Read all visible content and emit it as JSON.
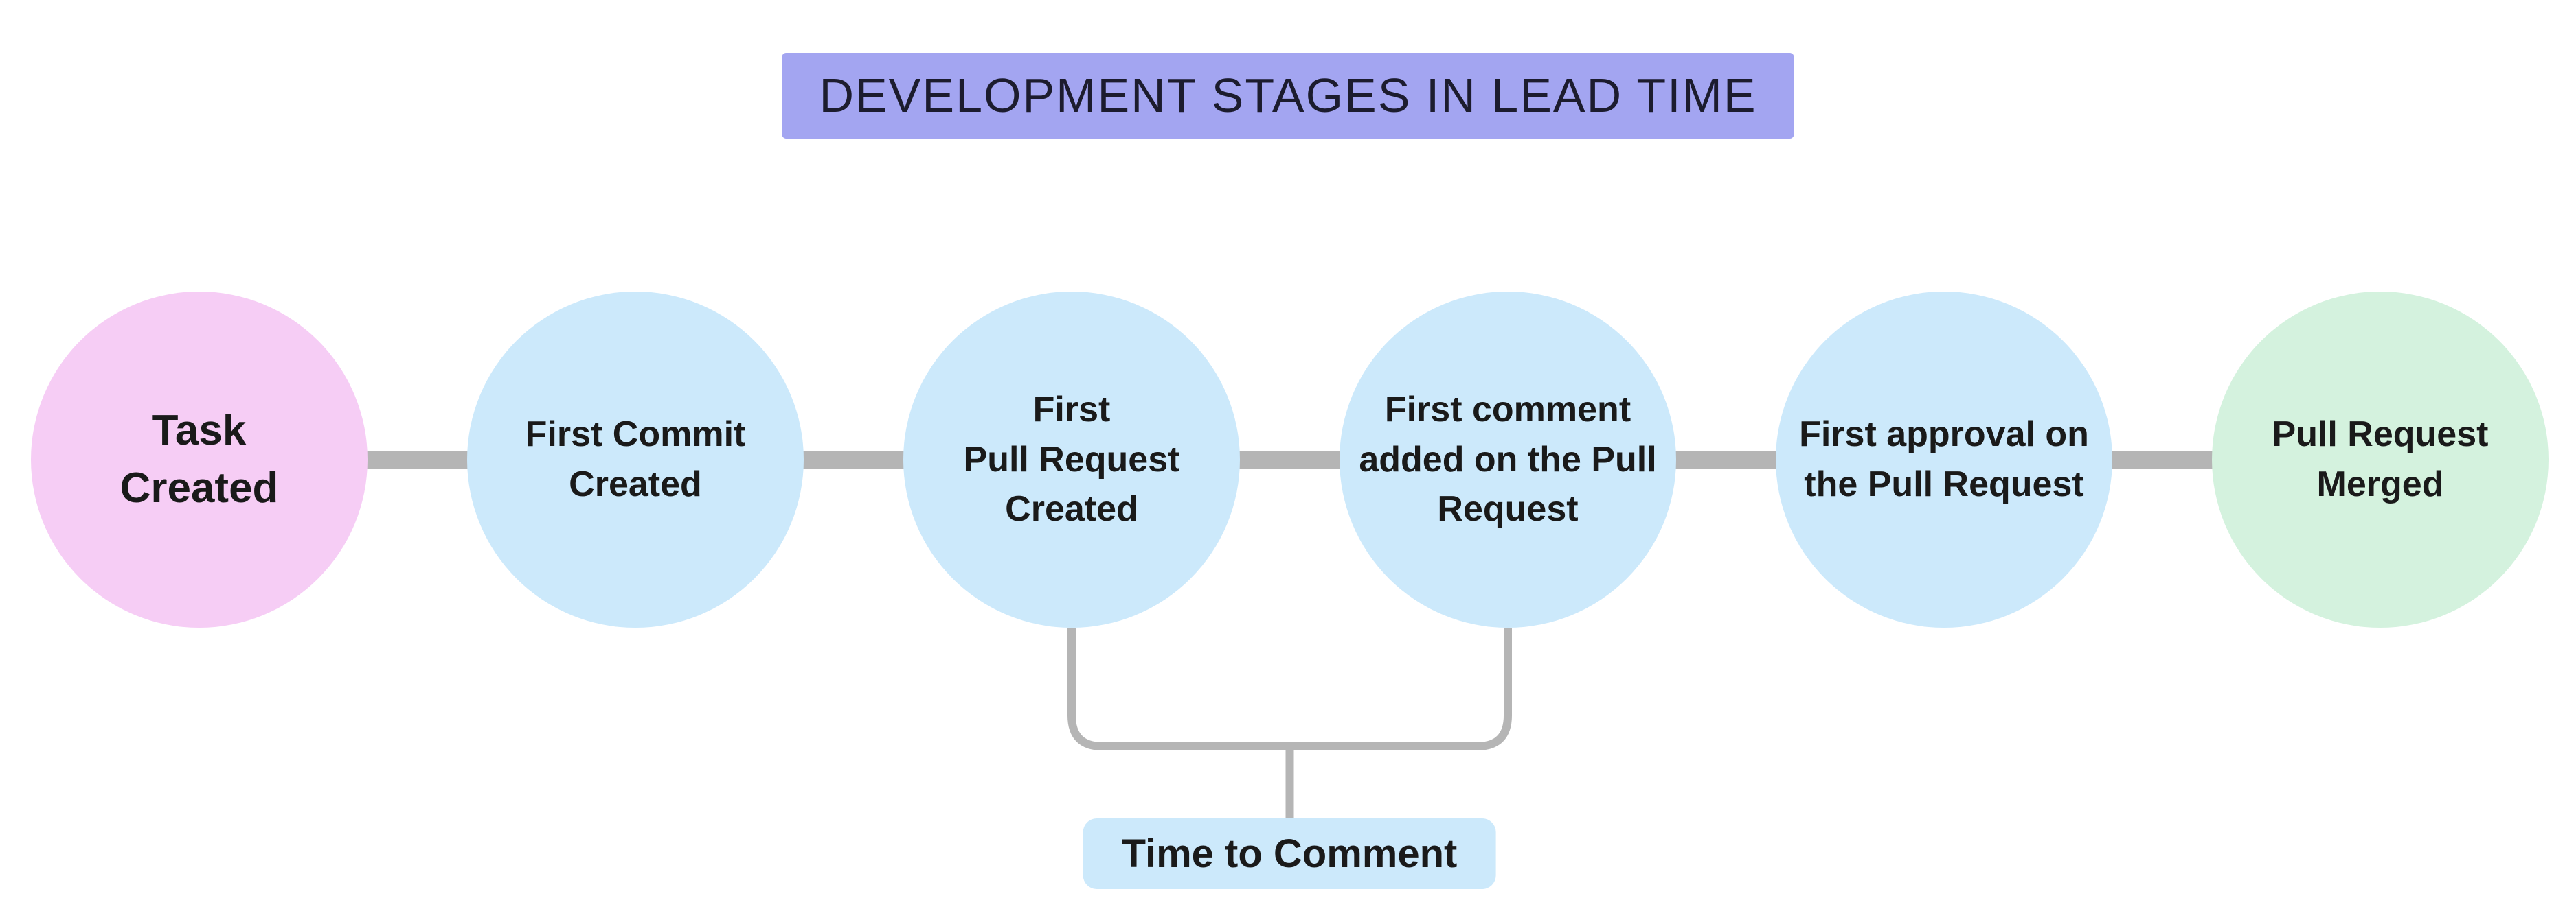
{
  "title": "DEVELOPMENT STAGES IN LEAD TIME",
  "stages": [
    {
      "label": "Task\nCreated",
      "color": "#f6cdf5"
    },
    {
      "label": "First Commit\nCreated",
      "color": "#cce9fb"
    },
    {
      "label": "First\nPull Request\nCreated",
      "color": "#cce9fb"
    },
    {
      "label": "First comment\nadded on the Pull\nRequest",
      "color": "#cce9fb"
    },
    {
      "label": "First approval on\nthe Pull Request",
      "color": "#cce9fb"
    },
    {
      "label": "Pull Request\nMerged",
      "color": "#d4f2de"
    }
  ],
  "annotation": {
    "label": "Time to Comment",
    "color": "#cce9fb"
  },
  "colors": {
    "title_bg": "#a3a5f1",
    "connector": "#b5b5b5",
    "text": "#1a1a1a",
    "background": "#ffffff"
  }
}
